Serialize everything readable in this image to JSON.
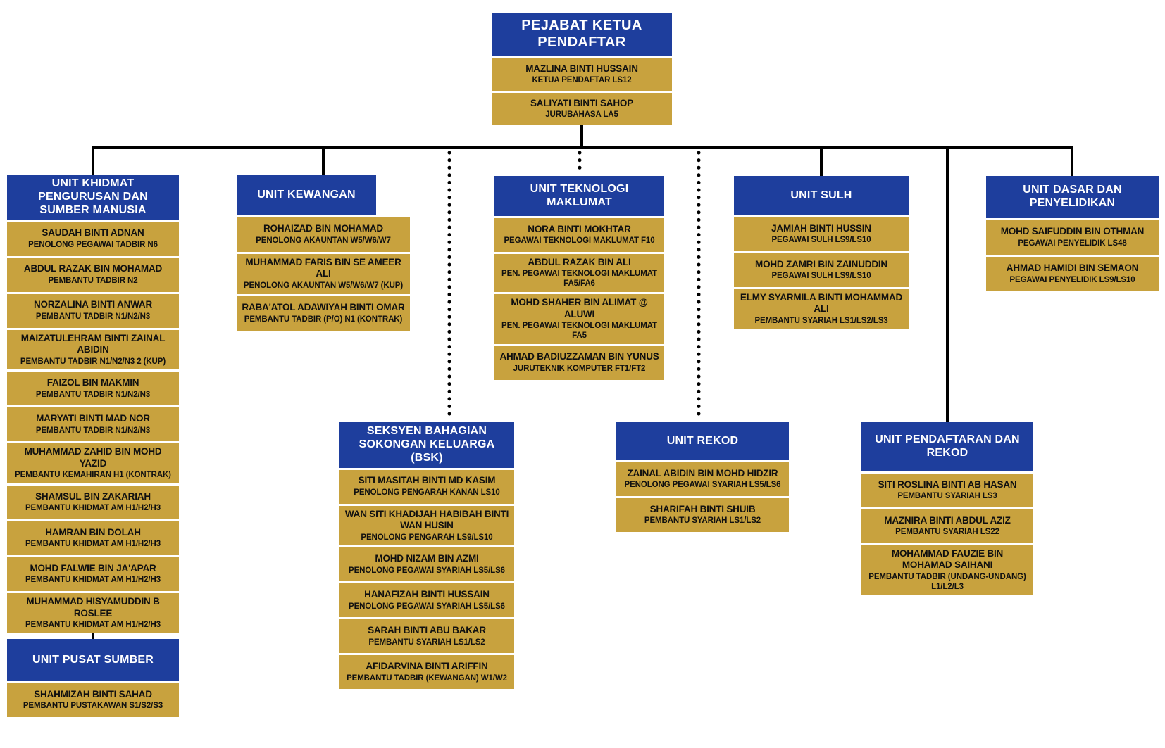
{
  "colors": {
    "header_bg": "#1E3E9D",
    "staff_bg": "#C8A23E",
    "header_text": "#FFFFFF",
    "staff_text": "#101010",
    "line": "#000000"
  },
  "org": {
    "root": {
      "title": "PEJABAT KETUA PENDAFTAR",
      "staff": [
        {
          "name": "MAZLINA BINTI HUSSAIN",
          "role": "KETUA PENDAFTAR LS12"
        },
        {
          "name": "SALIYATI BINTI SAHOP",
          "role": "JURUBAHASA LA5"
        }
      ]
    },
    "units": [
      {
        "title": "UNIT KHIDMAT PENGURUSAN DAN SUMBER MANUSIA",
        "staff": [
          {
            "name": "SAUDAH BINTI ADNAN",
            "role": "PENOLONG PEGAWAI TADBIR N6"
          },
          {
            "name": "ABDUL RAZAK BIN MOHAMAD",
            "role": "PEMBANTU TADBIR N2"
          },
          {
            "name": "NORZALINA BINTI ANWAR",
            "role": "PEMBANTU TADBIR N1/N2/N3"
          },
          {
            "name": "MAIZATULEHRAM BINTI ZAINAL ABIDIN",
            "role": "PEMBANTU TADBIR N1/N2/N3 2 (KUP)"
          },
          {
            "name": "FAIZOL BIN MAKMIN",
            "role": "PEMBANTU TADBIR N1/N2/N3"
          },
          {
            "name": "MARYATI BINTI MAD NOR",
            "role": "PEMBANTU TADBIR N1/N2/N3"
          },
          {
            "name": "MUHAMMAD ZAHID BIN MOHD YAZID",
            "role": "PEMBANTU KEMAHIRAN H1 (KONTRAK)"
          },
          {
            "name": "SHAMSUL BIN ZAKARIAH",
            "role": "PEMBANTU KHIDMAT AM H1/H2/H3"
          },
          {
            "name": "HAMRAN BIN DOLAH",
            "role": "PEMBANTU KHIDMAT AM H1/H2/H3"
          },
          {
            "name": "MOHD FALWIE BIN JA'APAR",
            "role": "PEMBANTU KHIDMAT AM H1/H2/H3"
          },
          {
            "name": "MUHAMMAD HISYAMUDDIN B ROSLEE",
            "role": "PEMBANTU KHIDMAT AM H1/H2/H3"
          }
        ]
      },
      {
        "title": "UNIT PUSAT SUMBER",
        "staff": [
          {
            "name": "SHAHMIZAH BINTI SAHAD",
            "role": "PEMBANTU PUSTAKAWAN S1/S2/S3"
          }
        ]
      },
      {
        "title": "UNIT KEWANGAN",
        "staff": [
          {
            "name": "ROHAIZAD BIN MOHAMAD",
            "role": "PENOLONG AKAUNTAN W5/W6/W7"
          },
          {
            "name": "MUHAMMAD FARIS BIN SE AMEER ALI",
            "role": "PENOLONG AKAUNTAN W5/W6/W7 (KUP)"
          },
          {
            "name": "RABA'ATOL ADAWIYAH BINTI OMAR",
            "role": "PEMBANTU TADBIR (P/O) N1 (KONTRAK)"
          }
        ]
      },
      {
        "title": "UNIT TEKNOLOGI MAKLUMAT",
        "staff": [
          {
            "name": "NORA BINTI MOKHTAR",
            "role": "PEGAWAI TEKNOLOGI MAKLUMAT F10"
          },
          {
            "name": "ABDUL RAZAK BIN ALI",
            "role": "PEN. PEGAWAI TEKNOLOGI MAKLUMAT FA5/FA6"
          },
          {
            "name": "MOHD SHAHER BIN ALIMAT @ ALUWI",
            "role": "PEN. PEGAWAI TEKNOLOGI MAKLUMAT FA5"
          },
          {
            "name": "AHMAD BADIUZZAMAN BIN YUNUS",
            "role": "JURUTEKNIK KOMPUTER FT1/FT2"
          }
        ]
      },
      {
        "title": "UNIT SULH",
        "staff": [
          {
            "name": "JAMIAH BINTI HUSSIN",
            "role": "PEGAWAI SULH LS9/LS10"
          },
          {
            "name": "MOHD ZAMRI BIN ZAINUDDIN",
            "role": "PEGAWAI SULH LS9/LS10"
          },
          {
            "name": "ELMY SYARMILA BINTI MOHAMMAD ALI",
            "role": "PEMBANTU SYARIAH LS1/LS2/LS3"
          }
        ]
      },
      {
        "title": "UNIT DASAR DAN PENYELIDIKAN",
        "staff": [
          {
            "name": "MOHD SAIFUDDIN BIN OTHMAN",
            "role": "PEGAWAI PENYELIDIK LS48"
          },
          {
            "name": "AHMAD HAMIDI BIN SEMAON",
            "role": "PEGAWAI PENYELIDIK LS9/LS10"
          }
        ]
      },
      {
        "title": "SEKSYEN BAHAGIAN SOKONGAN KELUARGA (BSK)",
        "staff": [
          {
            "name": "SITI MASITAH BINTI MD KASIM",
            "role": "PENOLONG PENGARAH KANAN LS10"
          },
          {
            "name": "WAN SITI KHADIJAH HABIBAH BINTI WAN HUSIN",
            "role": "PENOLONG PENGARAH LS9/LS10"
          },
          {
            "name": "MOHD NIZAM BIN AZMI",
            "role": "PENOLONG PEGAWAI SYARIAH LS5/LS6"
          },
          {
            "name": "HANAFIZAH BINTI HUSSAIN",
            "role": "PENOLONG PEGAWAI SYARIAH LS5/LS6"
          },
          {
            "name": "SARAH BINTI ABU BAKAR",
            "role": "PEMBANTU SYARIAH LS1/LS2"
          },
          {
            "name": "AFIDARVINA BINTI ARIFFIN",
            "role": "PEMBANTU TADBIR (KEWANGAN) W1/W2"
          }
        ]
      },
      {
        "title": "UNIT REKOD",
        "staff": [
          {
            "name": "ZAINAL ABIDIN BIN MOHD HIDZIR",
            "role": "PENOLONG PEGAWAI SYARIAH LS5/LS6"
          },
          {
            "name": "SHARIFAH BINTI SHUIB",
            "role": "PEMBANTU SYARIAH LS1/LS2"
          }
        ]
      },
      {
        "title": "UNIT PENDAFTARAN DAN REKOD",
        "staff": [
          {
            "name": "SITI ROSLINA BINTI AB HASAN",
            "role": "PEMBANTU SYARIAH LS3"
          },
          {
            "name": "MAZNIRA BINTI ABDUL AZIZ",
            "role": "PEMBANTU SYARIAH LS22"
          },
          {
            "name": "MOHAMMAD FAUZIE BIN MOHAMAD SAIHANI",
            "role": "PEMBANTU TADBIR (UNDANG-UNDANG) L1/L2/L3"
          }
        ]
      }
    ]
  }
}
